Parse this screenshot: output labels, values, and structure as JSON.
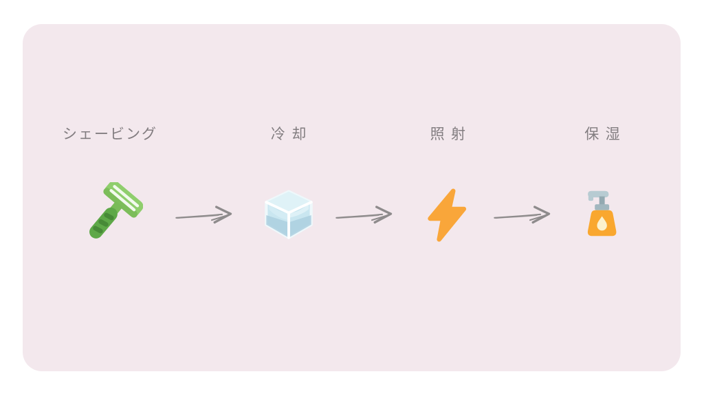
{
  "page": {
    "background": "#ffffff",
    "card_background": "#f3e8ed",
    "label_color": "#827d80",
    "arrow_color": "#8e8b8c"
  },
  "steps": [
    {
      "label": "シェービング",
      "icon": "razor-icon"
    },
    {
      "label": "冷却",
      "icon": "ice-cube-icon"
    },
    {
      "label": "照射",
      "icon": "lightning-bolt-icon"
    },
    {
      "label": "保湿",
      "icon": "lotion-bottle-icon"
    }
  ],
  "arrows": {
    "count": 3,
    "style": "hand-drawn",
    "direction": "right"
  },
  "icon_colors": {
    "razor_head_green": "#8fce6d",
    "razor_handle_green": "#5ea848",
    "razor_grip_green": "#478a37",
    "ice_base_blue": "#c9e6f0",
    "ice_top_blue": "#dff2f7",
    "ice_shadow_blue": "#accfdf",
    "bolt_orange": "#f9a63a",
    "bottle_orange": "#f9a72f",
    "pump_gray": "#b7cbd2",
    "stem_gray": "#93a9b1",
    "droplet_cream": "#fcf1cd"
  }
}
